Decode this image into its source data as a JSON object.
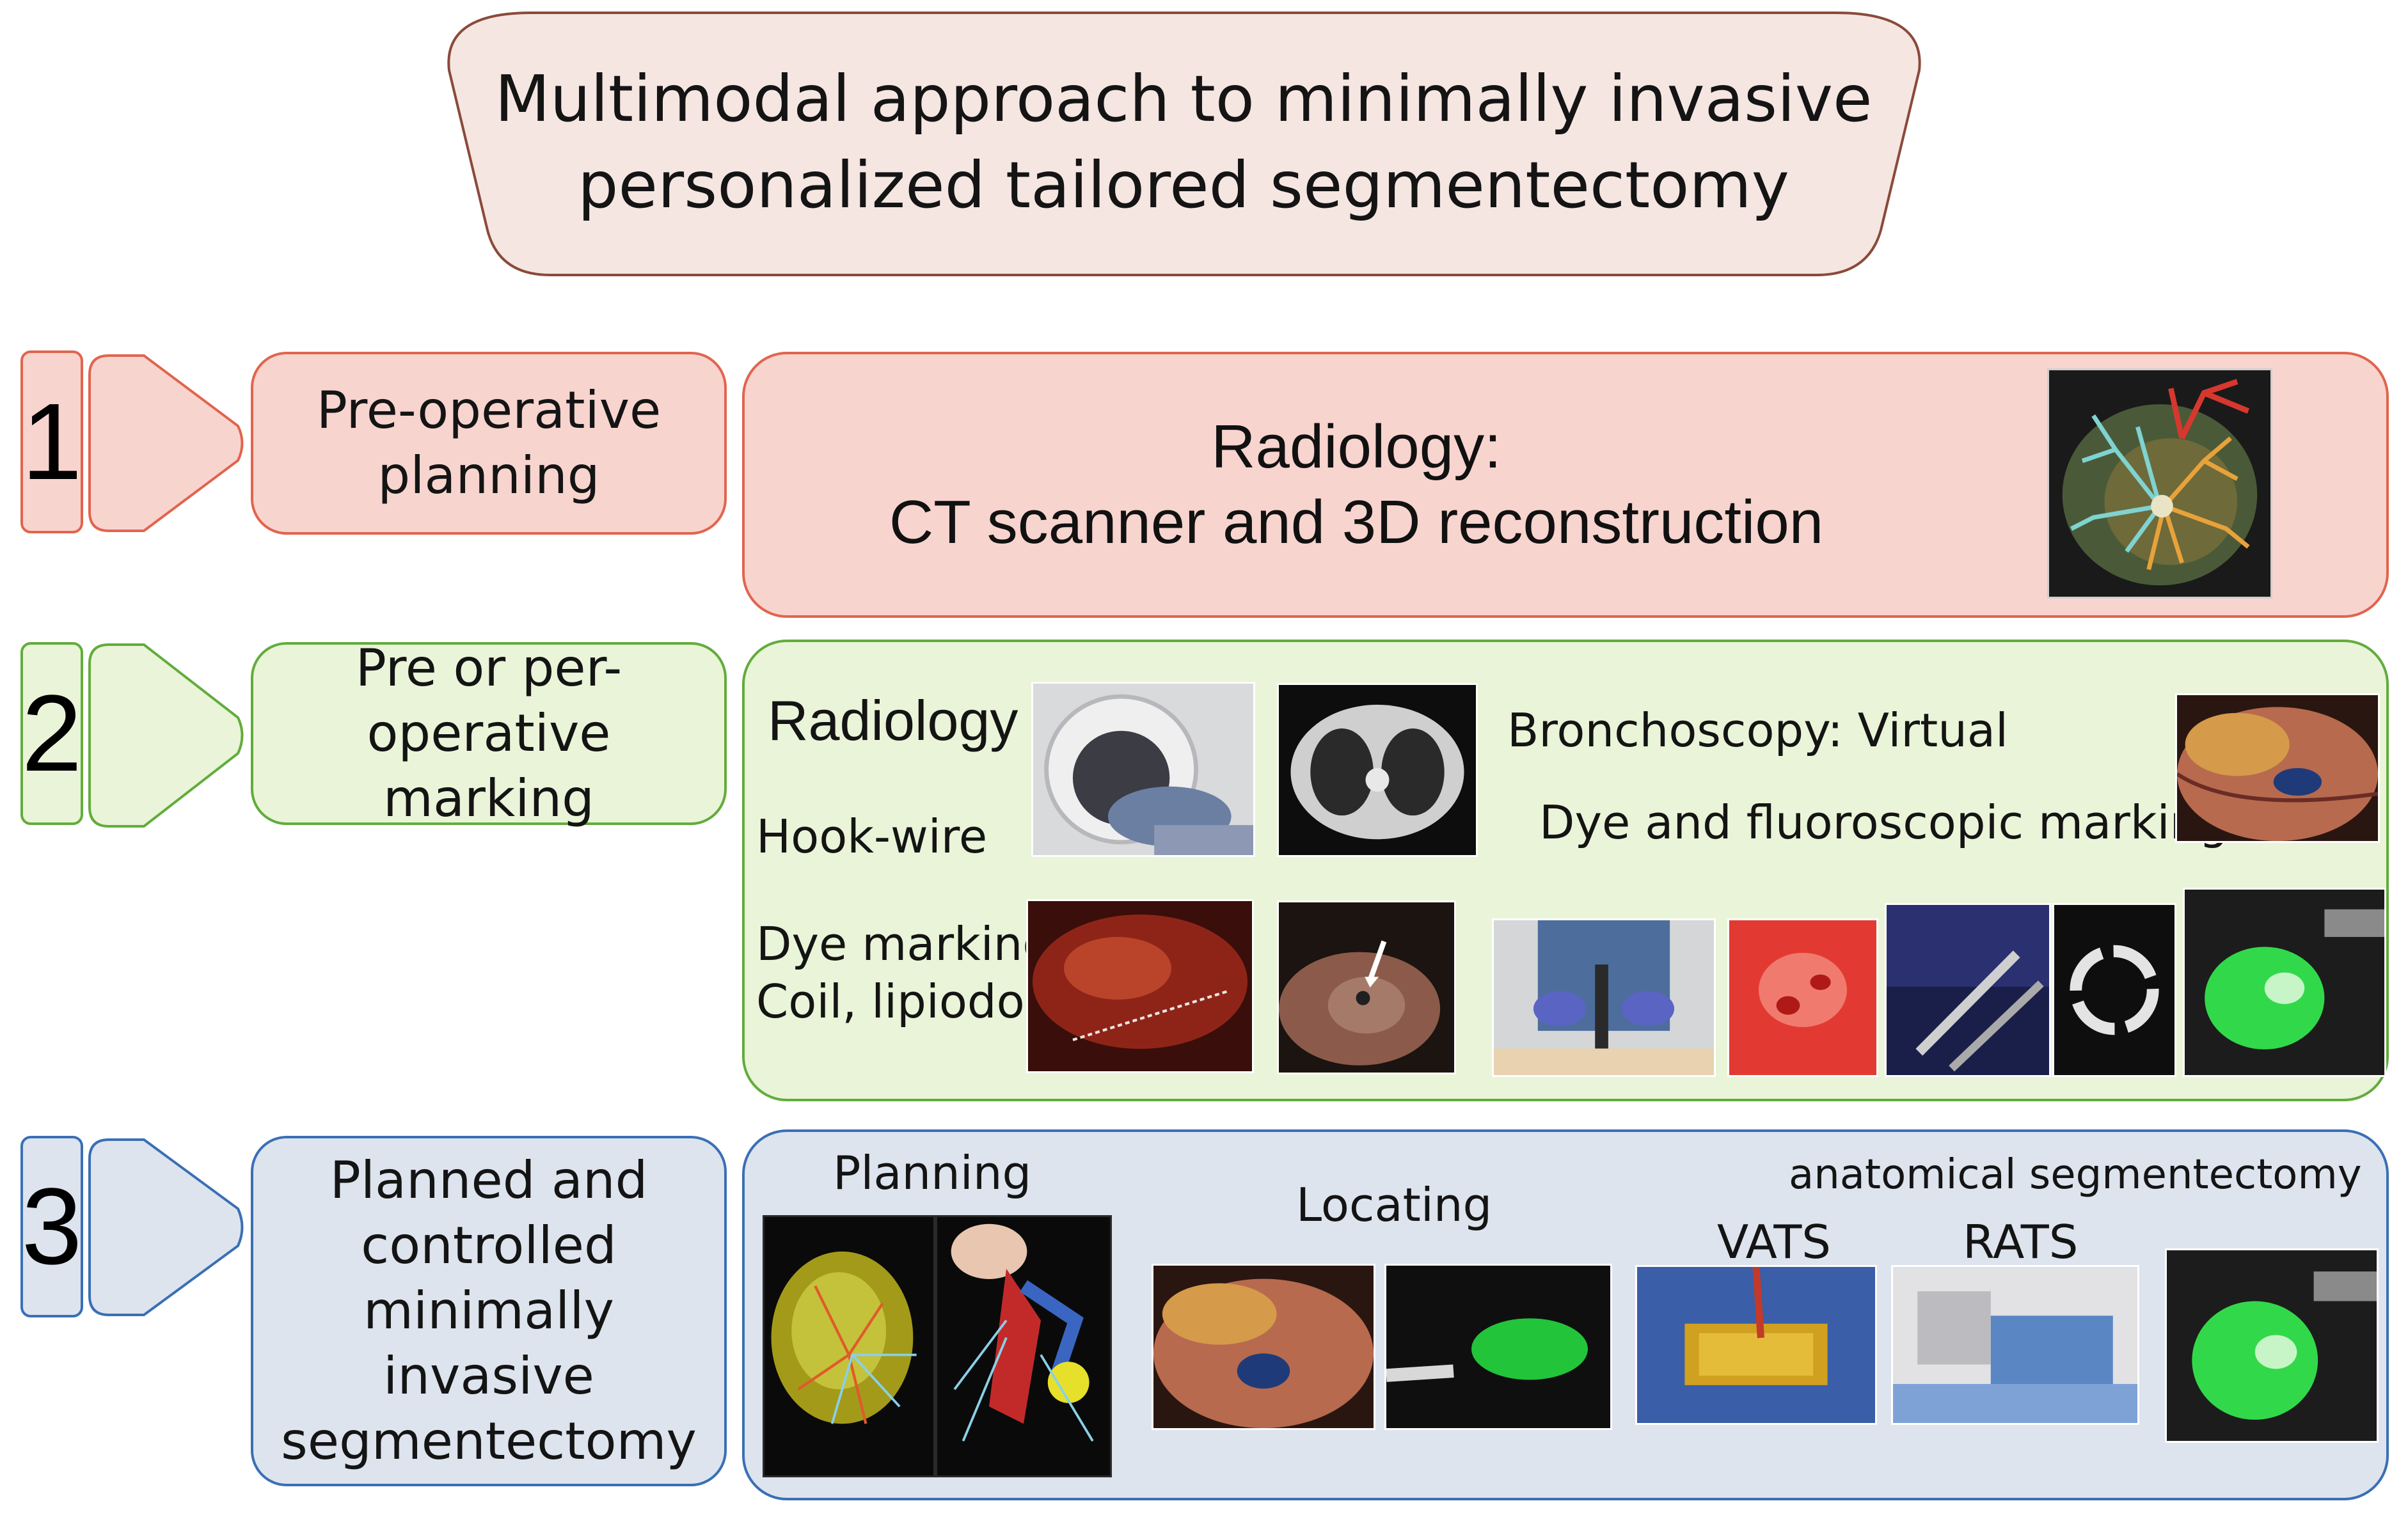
{
  "title": {
    "line1": "Multimodal approach to minimally invasive",
    "line2": "personalized tailored segmentectomy"
  },
  "colors": {
    "step1_border": "#e0654e",
    "step1_fill": "#f8d4cf",
    "step2_border": "#62ac3c",
    "step2_fill": "#eaf4d8",
    "step3_border": "#3a6fb5",
    "step3_fill": "#dde4ee",
    "title_border": "#8a4a3a",
    "title_fill": "#f5e6e2"
  },
  "steps": [
    {
      "number": "1",
      "label_lines": [
        "Pre-operative",
        "planning"
      ],
      "panel": {
        "heading": "Radiology:",
        "subheading": "CT scanner and 3D reconstruction",
        "images": [
          "3d-lung-reconstruction-image"
        ]
      }
    },
    {
      "number": "2",
      "label_lines": [
        "Pre or per-operative",
        "marking"
      ],
      "panel": {
        "radiology": "Radiology",
        "hook_wire": "Hook-wire",
        "dye_marking": "Dye marking",
        "coil": "Coil, lipiodol.",
        "bronchoscopy": "Bronchoscopy: Virtual",
        "dye_fluoro": "Dye and fluoroscopic marking",
        "images": [
          "ct-gantry-photo",
          "axial-ct-scan",
          "surgical-lung-dye",
          "coil-marker-photo",
          "lung-surface-dye",
          "bronchoscope-procedure-photo",
          "virtual-bronchoscopy",
          "catheter-tools",
          "fluoroscopy-ring",
          "icg-fluorescence"
        ]
      }
    },
    {
      "number": "3",
      "label_lines": [
        "Planned and",
        "controlled",
        "minimally invasive",
        "segmentectomy"
      ],
      "panel": {
        "planning": "Planning",
        "locating": "Locating",
        "anatomical": "anatomical segmentectomy",
        "vats": "VATS",
        "rats": "RATS",
        "images": [
          "3d-planning-app-lung",
          "3d-planning-vessels",
          "locating-dye",
          "locating-fluorescence",
          "vats-operation",
          "rats-robot",
          "icg-fluorescence-result"
        ]
      }
    }
  ]
}
